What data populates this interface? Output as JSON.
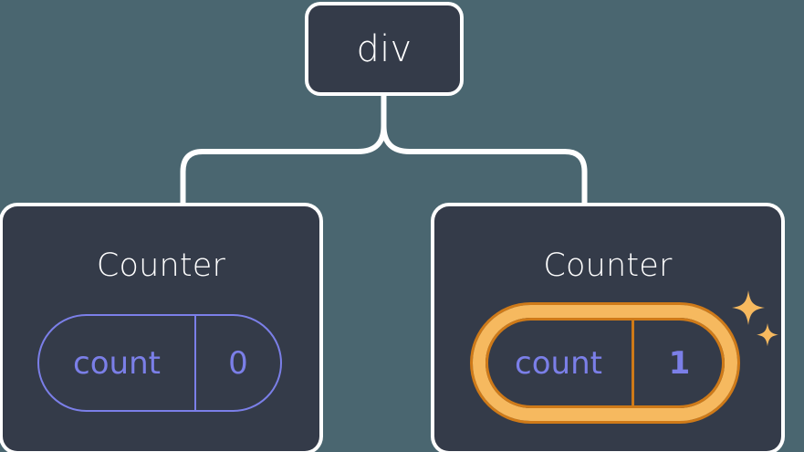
{
  "diagram": {
    "title": "React component tree with counter state",
    "background_color": "#4a6670",
    "node_fill_color": "#343b49",
    "node_border_color": "#ffffff",
    "connector_color": "#ffffff",
    "state_color": "#7b7fe8",
    "highlight_color": "#f6b95f",
    "highlight_outline_color": "#cf7a18"
  },
  "root": {
    "label": "div"
  },
  "children": [
    {
      "label": "Counter",
      "state": {
        "key": "count",
        "value": "0",
        "highlighted": false
      }
    },
    {
      "label": "Counter",
      "state": {
        "key": "count",
        "value": "1",
        "highlighted": true
      },
      "sparkle_icons": [
        {
          "name": "sparkle-large",
          "color": "#f6b95f"
        },
        {
          "name": "sparkle-small",
          "color": "#f6b95f"
        }
      ]
    }
  ],
  "connectors": [
    {
      "from": "div",
      "to": "Counter (left)"
    },
    {
      "from": "div",
      "to": "Counter (right)"
    }
  ]
}
